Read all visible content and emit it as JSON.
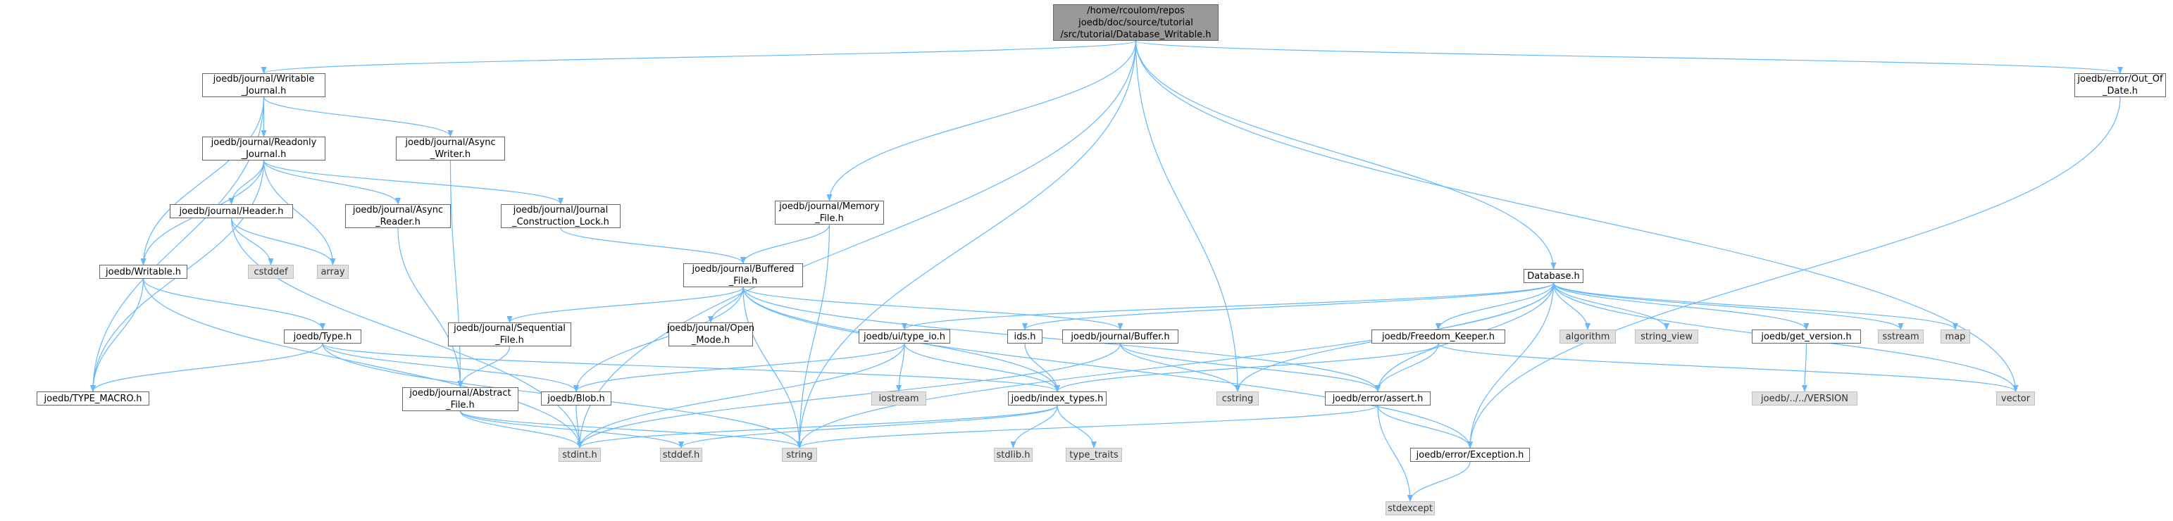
{
  "colors": {
    "edge": "#63b8ff",
    "node_border": "#666666",
    "system_fill": "#e0e0e0",
    "root_fill": "#999999"
  },
  "nodes": {
    "root": "/home/rcoulom/repos\njoedb/doc/source/tutorial\n/src/tutorial/Database_Writable.h",
    "writable_journal": "joedb/journal/Writable\n_Journal.h",
    "out_of_date": "joedb/error/Out_Of\n_Date.h",
    "readonly_journal": "joedb/journal/Readonly\n_Journal.h",
    "async_writer": "joedb/journal/Async\n_Writer.h",
    "header": "joedb/journal/Header.h",
    "async_reader": "joedb/journal/Async\n_Reader.h",
    "journal_construction_lock": "joedb/journal/Journal\n_Construction_Lock.h",
    "memory_file": "joedb/journal/Memory\n_File.h",
    "cstddef": "cstddef",
    "array": "array",
    "writable": "joedb/Writable.h",
    "buffered_file": "joedb/journal/Buffered\n_File.h",
    "database": "Database.h",
    "type": "joedb/Type.h",
    "sequential_file": "joedb/journal/Sequential\n_File.h",
    "open_mode": "joedb/journal/Open\n_Mode.h",
    "type_io": "joedb/ui/type_io.h",
    "ids": "ids.h",
    "buffer": "joedb/journal/Buffer.h",
    "freedom_keeper": "joedb/Freedom_Keeper.h",
    "algorithm": "algorithm",
    "string_view": "string_view",
    "get_version": "joedb/get_version.h",
    "sstream": "sstream",
    "map": "map",
    "type_macro": "joedb/TYPE_MACRO.h",
    "abstract_file": "joedb/journal/Abstract\n_File.h",
    "blob": "joedb/Blob.h",
    "iostream": "iostream",
    "index_types": "joedb/index_types.h",
    "cstring": "cstring",
    "error_assert": "joedb/error/assert.h",
    "version": "joedb/../../VERSION",
    "vector": "vector",
    "stdint": "stdint.h",
    "stddef": "stddef.h",
    "string": "string",
    "stdlib": "stdlib.h",
    "type_traits": "type_traits",
    "exception": "joedb/error/Exception.h",
    "stdexcept": "stdexcept"
  },
  "edges": [
    [
      "root",
      "writable_journal"
    ],
    [
      "root",
      "out_of_date"
    ],
    [
      "root",
      "memory_file"
    ],
    [
      "root",
      "database"
    ],
    [
      "root",
      "stdint"
    ],
    [
      "root",
      "string"
    ],
    [
      "root",
      "cstring"
    ],
    [
      "root",
      "vector"
    ],
    [
      "writable_journal",
      "readonly_journal"
    ],
    [
      "writable_journal",
      "async_writer"
    ],
    [
      "writable_journal",
      "writable"
    ],
    [
      "writable_journal",
      "type_macro"
    ],
    [
      "readonly_journal",
      "header"
    ],
    [
      "readonly_journal",
      "async_reader"
    ],
    [
      "readonly_journal",
      "journal_construction_lock"
    ],
    [
      "readonly_journal",
      "array"
    ],
    [
      "readonly_journal",
      "writable"
    ],
    [
      "readonly_journal",
      "type_macro"
    ],
    [
      "header",
      "cstddef"
    ],
    [
      "header",
      "array"
    ],
    [
      "header",
      "stdint"
    ],
    [
      "async_writer",
      "abstract_file"
    ],
    [
      "async_reader",
      "abstract_file"
    ],
    [
      "journal_construction_lock",
      "buffered_file"
    ],
    [
      "memory_file",
      "buffered_file"
    ],
    [
      "memory_file",
      "string"
    ],
    [
      "buffered_file",
      "sequential_file"
    ],
    [
      "buffered_file",
      "open_mode"
    ],
    [
      "buffered_file",
      "buffer"
    ],
    [
      "buffered_file",
      "blob"
    ],
    [
      "buffered_file",
      "index_types"
    ],
    [
      "buffered_file",
      "string"
    ],
    [
      "buffered_file",
      "error_assert"
    ],
    [
      "buffered_file",
      "exception"
    ],
    [
      "sequential_file",
      "abstract_file"
    ],
    [
      "abstract_file",
      "stdint"
    ],
    [
      "abstract_file",
      "stddef"
    ],
    [
      "abstract_file",
      "string"
    ],
    [
      "writable",
      "type"
    ],
    [
      "writable",
      "type_macro"
    ],
    [
      "writable",
      "stdint"
    ],
    [
      "type",
      "type_macro"
    ],
    [
      "type",
      "blob"
    ],
    [
      "type",
      "index_types"
    ],
    [
      "type",
      "string"
    ],
    [
      "blob",
      "stdint"
    ],
    [
      "database",
      "type_io"
    ],
    [
      "database",
      "ids"
    ],
    [
      "database",
      "freedom_keeper"
    ],
    [
      "database",
      "algorithm"
    ],
    [
      "database",
      "string_view"
    ],
    [
      "database",
      "get_version"
    ],
    [
      "database",
      "sstream"
    ],
    [
      "database",
      "map"
    ],
    [
      "database",
      "vector"
    ],
    [
      "database",
      "cstring"
    ],
    [
      "database",
      "error_assert"
    ],
    [
      "database",
      "exception"
    ],
    [
      "database",
      "string"
    ],
    [
      "type_io",
      "iostream"
    ],
    [
      "type_io",
      "blob"
    ],
    [
      "type_io",
      "index_types"
    ],
    [
      "type_io",
      "stdint"
    ],
    [
      "ids",
      "index_types"
    ],
    [
      "buffer",
      "cstring"
    ],
    [
      "buffer",
      "error_assert"
    ],
    [
      "buffer",
      "stdint"
    ],
    [
      "freedom_keeper",
      "index_types"
    ],
    [
      "freedom_keeper",
      "error_assert"
    ],
    [
      "freedom_keeper",
      "vector"
    ],
    [
      "get_version",
      "version"
    ],
    [
      "index_types",
      "stdint"
    ],
    [
      "index_types",
      "stddef"
    ],
    [
      "index_types",
      "stdlib"
    ],
    [
      "index_types",
      "type_traits"
    ],
    [
      "error_assert",
      "exception"
    ],
    [
      "error_assert",
      "string"
    ],
    [
      "error_assert",
      "stdexcept"
    ],
    [
      "exception",
      "stdexcept"
    ],
    [
      "out_of_date",
      "exception"
    ]
  ]
}
